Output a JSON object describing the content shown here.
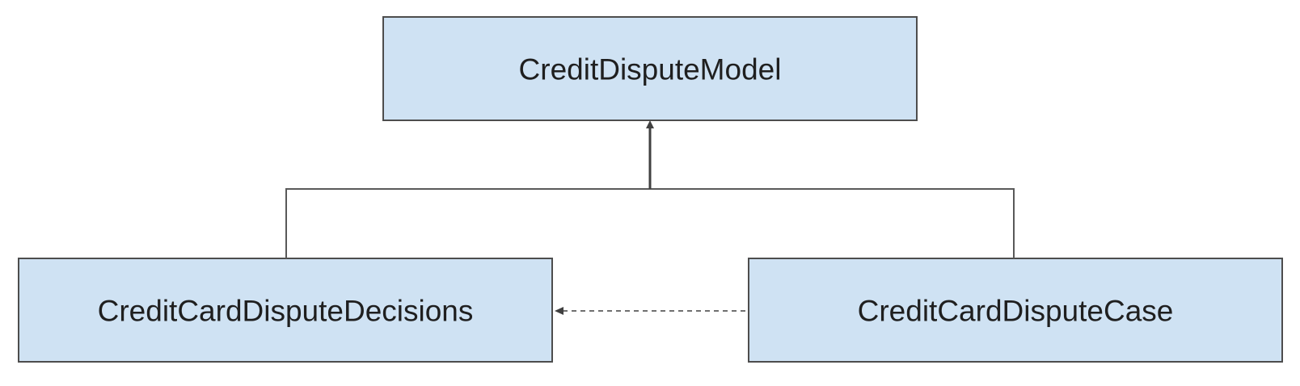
{
  "diagram": {
    "nodes": {
      "model": {
        "label": "CreditDisputeModel"
      },
      "decisions": {
        "label": "CreditCardDisputeDecisions"
      },
      "case": {
        "label": "CreditCardDisputeCase"
      }
    },
    "colors": {
      "node_fill": "#cfe2f3",
      "node_border": "#4d4d4d",
      "connector": "#404040"
    }
  }
}
